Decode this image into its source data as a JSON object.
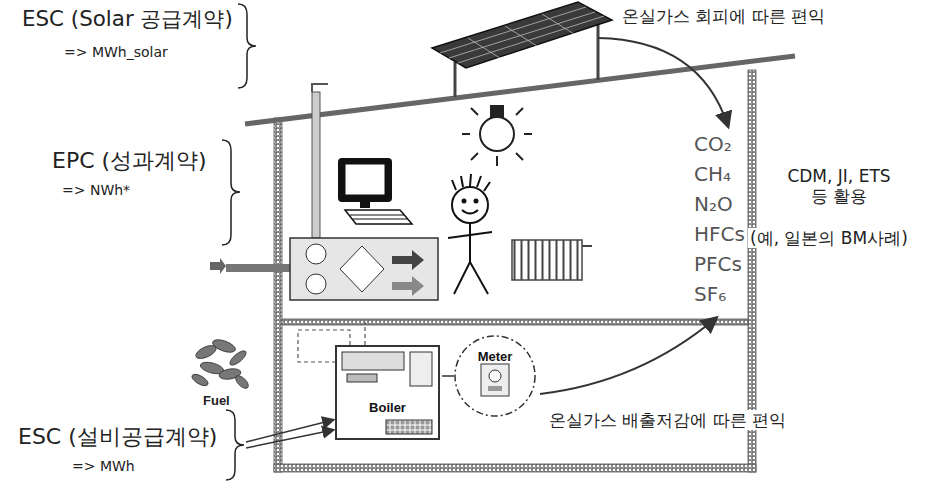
{
  "diagram": {
    "nodes": [
      {
        "text": [
          "Boiler"
        ]
      },
      {
        "text": [
          "Meter"
        ]
      }
    ],
    "labels": [
      "ESC (Solar 공급계약)",
      "=> MWh_solar",
      "EPC (성과계약)",
      "=> NWh*",
      "ESC (설비공급계약)",
      "=> MWh",
      "온실가스 회피에 따른 편익",
      "CO₂",
      "CH₄",
      "N₂O",
      "HFCs",
      "PFCs",
      "SF₆",
      "CDM, JI, ETS 등 활용",
      "(예, 일본의 BM사례)",
      "온실가스 배출저감에 따른 편익",
      "Fuel"
    ]
  }
}
